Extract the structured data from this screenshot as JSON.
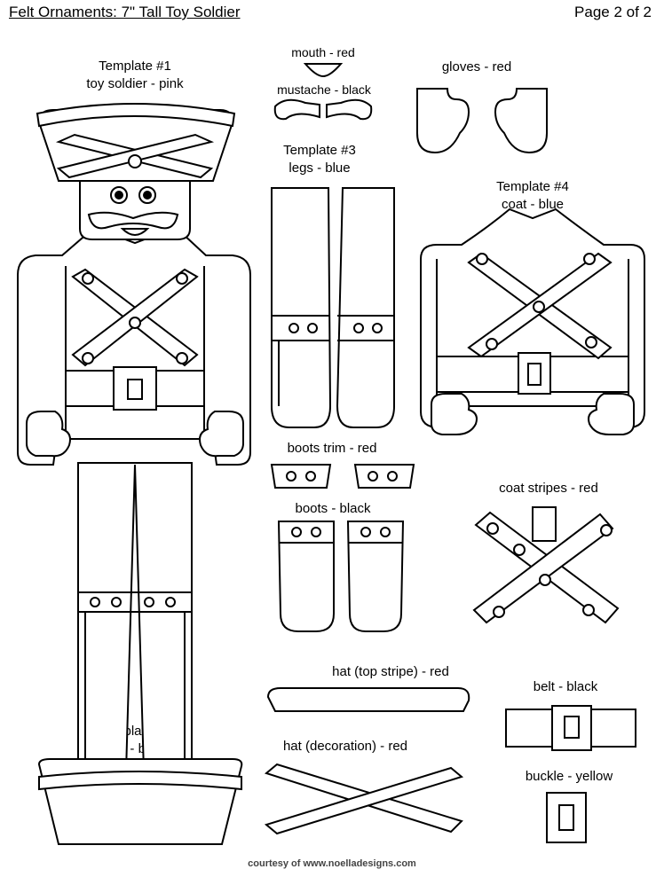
{
  "header": {
    "title": "Felt Ornaments: 7\" Tall Toy Soldier",
    "page": "Page 2 of 2"
  },
  "labels": {
    "t1_line1": "Template #1",
    "t1_line2": "toy soldier - pink",
    "mouth": "mouth - red",
    "mustache": "mustache - black",
    "gloves": "gloves - red",
    "t3_line1": "Template #3",
    "t3_line2": "legs - blue",
    "t4_line1": "Template #4",
    "t4_line2": "coat - blue",
    "boots_trim": "boots trim - red",
    "boots": "boots - black",
    "coat_stripes": "coat stripes - red",
    "hat_top": "hat (top stripe) - red",
    "belt": "belt - black",
    "t2_line1": "Template #2",
    "t2_line2": "hat - black",
    "hat_decoration": "hat (decoration) - red",
    "buckle": "buckle - yellow"
  },
  "footer": "courtesy of www.noelladesigns.com"
}
